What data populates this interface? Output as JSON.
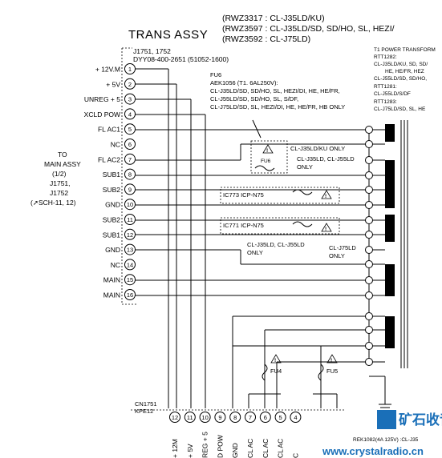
{
  "models": {
    "line1": "(RWZ3317 : CL-J35LD/KU)",
    "line2": "(RWZ3597 : CL-J35LD/SD, SD/HO, SL, HEZI/",
    "line3": "(RWZ3592 : CL-J75LD)"
  },
  "title": "TRANS ASSY",
  "connector_top": {
    "ref": "J1751, 1752",
    "part": "DYY08-400-2651 (51052-1600)"
  },
  "pins": [
    {
      "num": "1",
      "label": "+ 12V.M"
    },
    {
      "num": "2",
      "label": "+ 5V"
    },
    {
      "num": "3",
      "label": "UNREG + 5"
    },
    {
      "num": "4",
      "label": "XCLD POW"
    },
    {
      "num": "5",
      "label": "FL AC1"
    },
    {
      "num": "6",
      "label": "NC"
    },
    {
      "num": "7",
      "label": "FL AC2"
    },
    {
      "num": "8",
      "label": "SUB1"
    },
    {
      "num": "9",
      "label": "SUB2"
    },
    {
      "num": "10",
      "label": "GND"
    },
    {
      "num": "11",
      "label": "SUB2"
    },
    {
      "num": "12",
      "label": "SUB1"
    },
    {
      "num": "13",
      "label": "GND"
    },
    {
      "num": "14",
      "label": "NC"
    },
    {
      "num": "15",
      "label": "MAIN"
    },
    {
      "num": "16",
      "label": "MAIN"
    }
  ],
  "to_main": {
    "l1": "TO",
    "l2": "MAIN ASSY",
    "l3": "(1/2)",
    "l4": "J1751,",
    "l5": "J1752",
    "l6": "(➚SCH-11, 12)"
  },
  "fuse_block": {
    "l1": "FU6",
    "l2": "AEK1056 (T1. 6AL250V):",
    "l3": "CL-J35LD/SD, SD/HO, SL, HEZI/DI, HE, HE/FR,",
    "l4": "CL-J55LD/SD, SD/HO, SL, S/DF,",
    "l5": "CL-J75LD/SD, SL, HEZI/DI, HE, HE/FR, HB ONLY"
  },
  "annotations": {
    "fu6": "FU6",
    "j35_ku_only": "CL-J35LD/KU ONLY",
    "j35_j55_only_a": "CL-J35LD, CL-J55LD",
    "only_a": "ONLY",
    "ic773": "IC773 ICP-N75",
    "ic771": "IC771 ICP-N75",
    "j35_j55_only_b": "CL-J35LD, CL-J55LD",
    "only_b": "ONLY",
    "j75_only": "CL-J75LD",
    "only_c": "ONLY",
    "fu4": "FU4",
    "fu5": "FU5"
  },
  "power_trans": {
    "l1": "T1 POWER TRANSFORM",
    "l2": "RTT1282:",
    "l3": "CL-J35LD/KU, SD, SD/",
    "l4": "HE, HE/FR, HEZ",
    "l5": "CL-J55LD/SD, SD/HO,",
    "l6": "RTT1281:",
    "l7": "CL-J55LD/S/DF",
    "l8": "RTT1283:",
    "l9": "CL-J75LD/SD, SL, HE"
  },
  "connector_bottom": {
    "ref": "CN1751",
    "part": "KPE12",
    "pins": [
      "12",
      "11",
      "10",
      "9",
      "8",
      "7",
      "6",
      "5",
      "4"
    ],
    "labels": [
      "+ 12M",
      "+ 5V",
      "REG + 5",
      "D POW",
      "GND",
      "CL AC",
      "CL AC",
      "CL AC",
      "C"
    ]
  },
  "bottom_part": "REK1082(4A 125V) :CL-J35",
  "watermark": {
    "cn": "矿石收音机",
    "url": "www.crystalradio.cn"
  },
  "colors": {
    "ink": "#000000",
    "paper": "#ffffff",
    "watermark": "#1a6fb8"
  }
}
